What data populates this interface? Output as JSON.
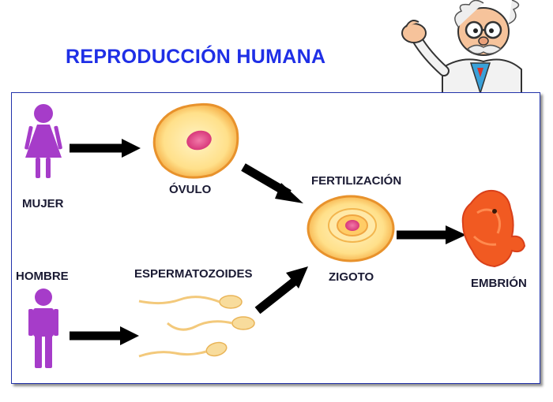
{
  "title": "REPRODUCCIÓN HUMANA",
  "labels": {
    "mujer": "MUJER",
    "hombre": "HOMBRE",
    "ovulo": "ÓVULO",
    "espermatozoides": "ESPERMATOZOIDES",
    "fertilizacion": "FERTILIZACIÓN",
    "zigoto": "ZIGOTO",
    "embrion": "EMBRIÓN"
  },
  "colors": {
    "title": "#1f2fe6",
    "person": "#a63cc9",
    "arrow": "#000000",
    "cell_outer": "#f7b04a",
    "cell_inner": "#ffe59a",
    "nucleus": "#e6488a",
    "embryo": "#f15a22",
    "sperm": "#f6d38e"
  },
  "icons": [
    "scientist-mascot-icon",
    "woman-icon",
    "man-icon",
    "ovum-icon",
    "sperm-icon",
    "zygote-icon",
    "embryo-icon"
  ]
}
